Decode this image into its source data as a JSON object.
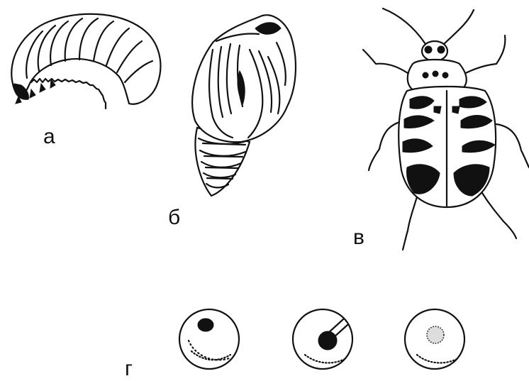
{
  "figure": {
    "labels": {
      "larva": "а",
      "pupa": "б",
      "adult": "в",
      "eggs": "г"
    }
  },
  "colors": {
    "ink": "#111111",
    "paper": "#ffffff"
  }
}
